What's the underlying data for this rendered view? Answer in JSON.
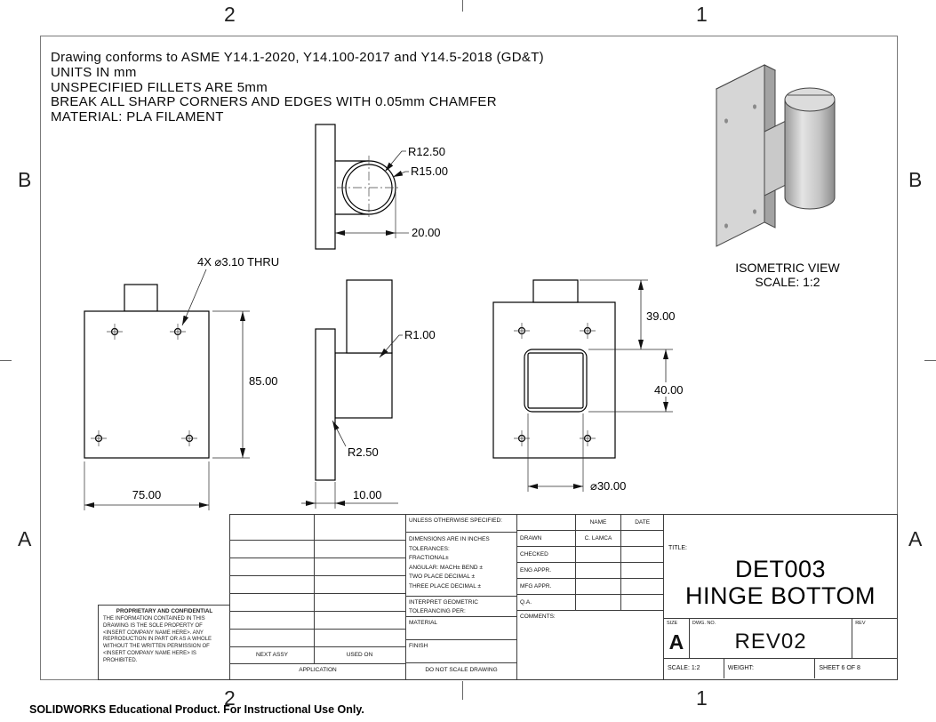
{
  "sheet": {
    "footer": "SOLIDWORKS Educational Product. For Instructional Use Only.",
    "zones": {
      "top_left": "2",
      "top_right": "1",
      "bottom_left": "2",
      "bottom_right": "1",
      "left_upper": "B",
      "left_lower": "A",
      "right_upper": "B",
      "right_lower": "A"
    }
  },
  "notes": [
    "Drawing conforms to ASME Y14.1-2020, Y14.100-2017 and Y14.5-2018 (GD&T)",
    "UNITS IN mm",
    "UNSPECIFIED FILLETS ARE 5mm",
    "BREAK ALL SHARP CORNERS AND EDGES WITH 0.05mm CHAMFER",
    "MATERIAL: PLA FILAMENT"
  ],
  "views": {
    "top_view": {
      "radius_inner": "R12.50",
      "radius_outer": "R15.00",
      "boss_length": "20.00"
    },
    "front_view": {
      "hole_callout": "4X ⌀3.10 THRU",
      "plate_height": "85.00",
      "plate_width": "75.00"
    },
    "side_view": {
      "fillet_top": "R1.00",
      "fillet_bottom": "R2.50",
      "plate_thickness": "10.00"
    },
    "back_view": {
      "tab_height": "39.00",
      "boss_width": "40.00",
      "boss_diameter": "⌀30.00"
    },
    "isometric": {
      "label": "ISOMETRIC VIEW",
      "scale": "SCALE: 1:2"
    }
  },
  "title_block": {
    "spec_header": "UNLESS OTHERWISE SPECIFIED:",
    "tolerances": [
      "DIMENSIONS ARE IN INCHES",
      "TOLERANCES:",
      "FRACTIONAL±",
      "ANGULAR: MACH±   BEND ±",
      "TWO PLACE DECIMAL    ±",
      "THREE PLACE DECIMAL  ±"
    ],
    "interpret": "INTERPRET GEOMETRIC TOLERANCING PER:",
    "material_label": "MATERIAL",
    "finish_label": "FINISH",
    "no_scale": "DO NOT SCALE DRAWING",
    "approvals": {
      "name_header": "NAME",
      "date_header": "DATE",
      "rows": [
        {
          "label": "DRAWN",
          "name": "C. LAMCA",
          "date": ""
        },
        {
          "label": "CHECKED",
          "name": "",
          "date": ""
        },
        {
          "label": "ENG APPR.",
          "name": "",
          "date": ""
        },
        {
          "label": "MFG APPR.",
          "name": "",
          "date": ""
        },
        {
          "label": "Q.A.",
          "name": "",
          "date": ""
        }
      ],
      "comments_label": "COMMENTS:"
    },
    "title_label": "TITLE:",
    "title_line1": "DET003",
    "title_line2": "HINGE BOTTOM",
    "size_label": "SIZE",
    "size_value": "A",
    "dwg_no_label": "DWG.  NO.",
    "dwg_no_value": "REV02",
    "rev_label": "REV",
    "scale_value": "SCALE: 1:2",
    "weight_label": "WEIGHT:",
    "sheet_value": "SHEET 6 OF 8",
    "next_assy": "NEXT ASSY",
    "used_on": "USED ON",
    "application": "APPLICATION",
    "proprietary_title": "PROPRIETARY AND CONFIDENTIAL",
    "proprietary_body": "THE INFORMATION CONTAINED IN THIS DRAWING IS THE SOLE PROPERTY OF <INSERT COMPANY NAME HERE>.  ANY REPRODUCTION IN PART OR AS A WHOLE WITHOUT THE WRITTEN PERMISSION OF <INSERT COMPANY NAME HERE> IS PROHIBITED."
  },
  "colors": {
    "edges": "#000000",
    "frame": "#7a7a7a",
    "paper": "#ffffff"
  }
}
